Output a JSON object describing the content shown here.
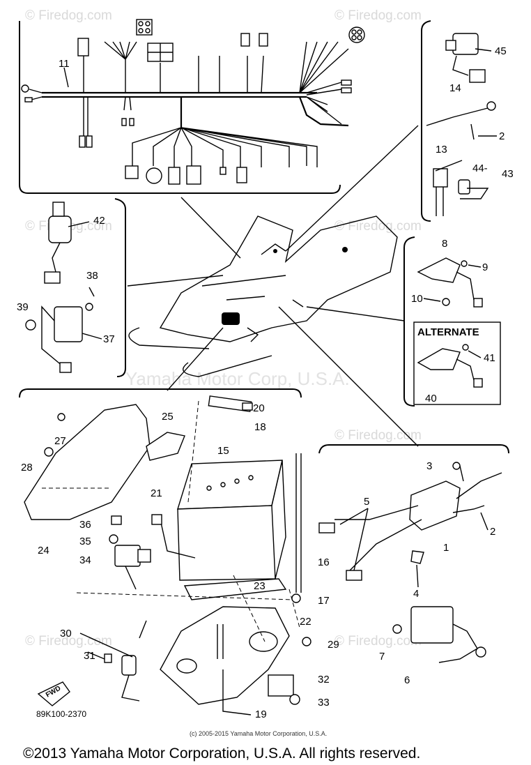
{
  "watermarks": {
    "brand": "© Firedog.com",
    "brand_plain": "© Firedog.com",
    "center": "Yamaha Motor Corp, U.S.A."
  },
  "labels": {
    "p1": "1",
    "p2": "2",
    "p3": "3",
    "p4": "4",
    "p5": "5",
    "p6": "6",
    "p7": "7",
    "p8": "8",
    "p9": "9",
    "p10": "10",
    "p11": "11",
    "p13": "13",
    "p14": "14",
    "p15": "15",
    "p16": "16",
    "p17": "17",
    "p18": "18",
    "p19": "19",
    "p20": "20",
    "p21": "21",
    "p22": "22",
    "p23": "23",
    "p24": "24",
    "p25": "25",
    "p27": "27",
    "p28": "28",
    "p29": "29",
    "p30": "30",
    "p31": "31",
    "p32": "32",
    "p33": "33",
    "p34": "34",
    "p35": "35",
    "p36": "36",
    "p37": "37",
    "p38": "38",
    "p39": "39",
    "p40": "40",
    "p41": "41",
    "p42": "42",
    "p43": "43",
    "p44": "44-",
    "p45": "45",
    "p2b": "2"
  },
  "alternate_label": "ALTERNATE",
  "fwd_label": "FWD",
  "diagram_code": "89K100-2370",
  "small_copyright": "(c) 2005-2015 Yamaha Motor Corporation, U.S.A.",
  "footer_copyright": "©2013 Yamaha Motor Corporation, U.S.A. All rights reserved."
}
